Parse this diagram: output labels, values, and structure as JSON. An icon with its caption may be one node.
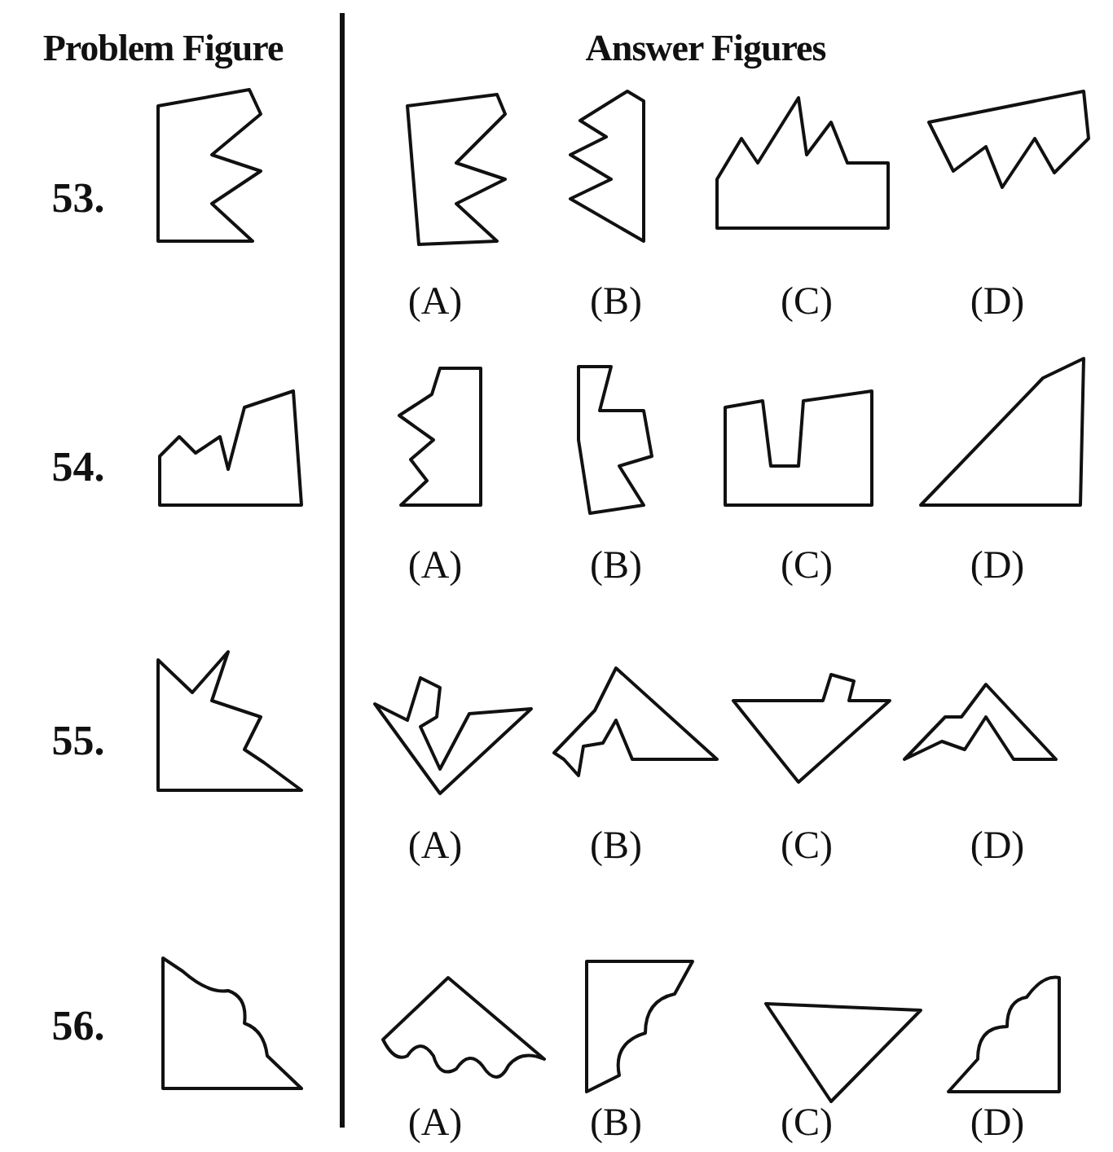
{
  "diagram": {
    "labels": [
      "Problem Figure",
      "Answer Figures",
      "53.",
      "(A)",
      "(B)",
      "(C)",
      "(D)",
      "54.",
      "(A)",
      "(B)",
      "(C)",
      "(D)",
      "55.",
      "(A)",
      "(B)",
      "(C)",
      "(D)",
      "56.",
      "(A)",
      "(B)",
      "(C)",
      "(D)"
    ]
  }
}
